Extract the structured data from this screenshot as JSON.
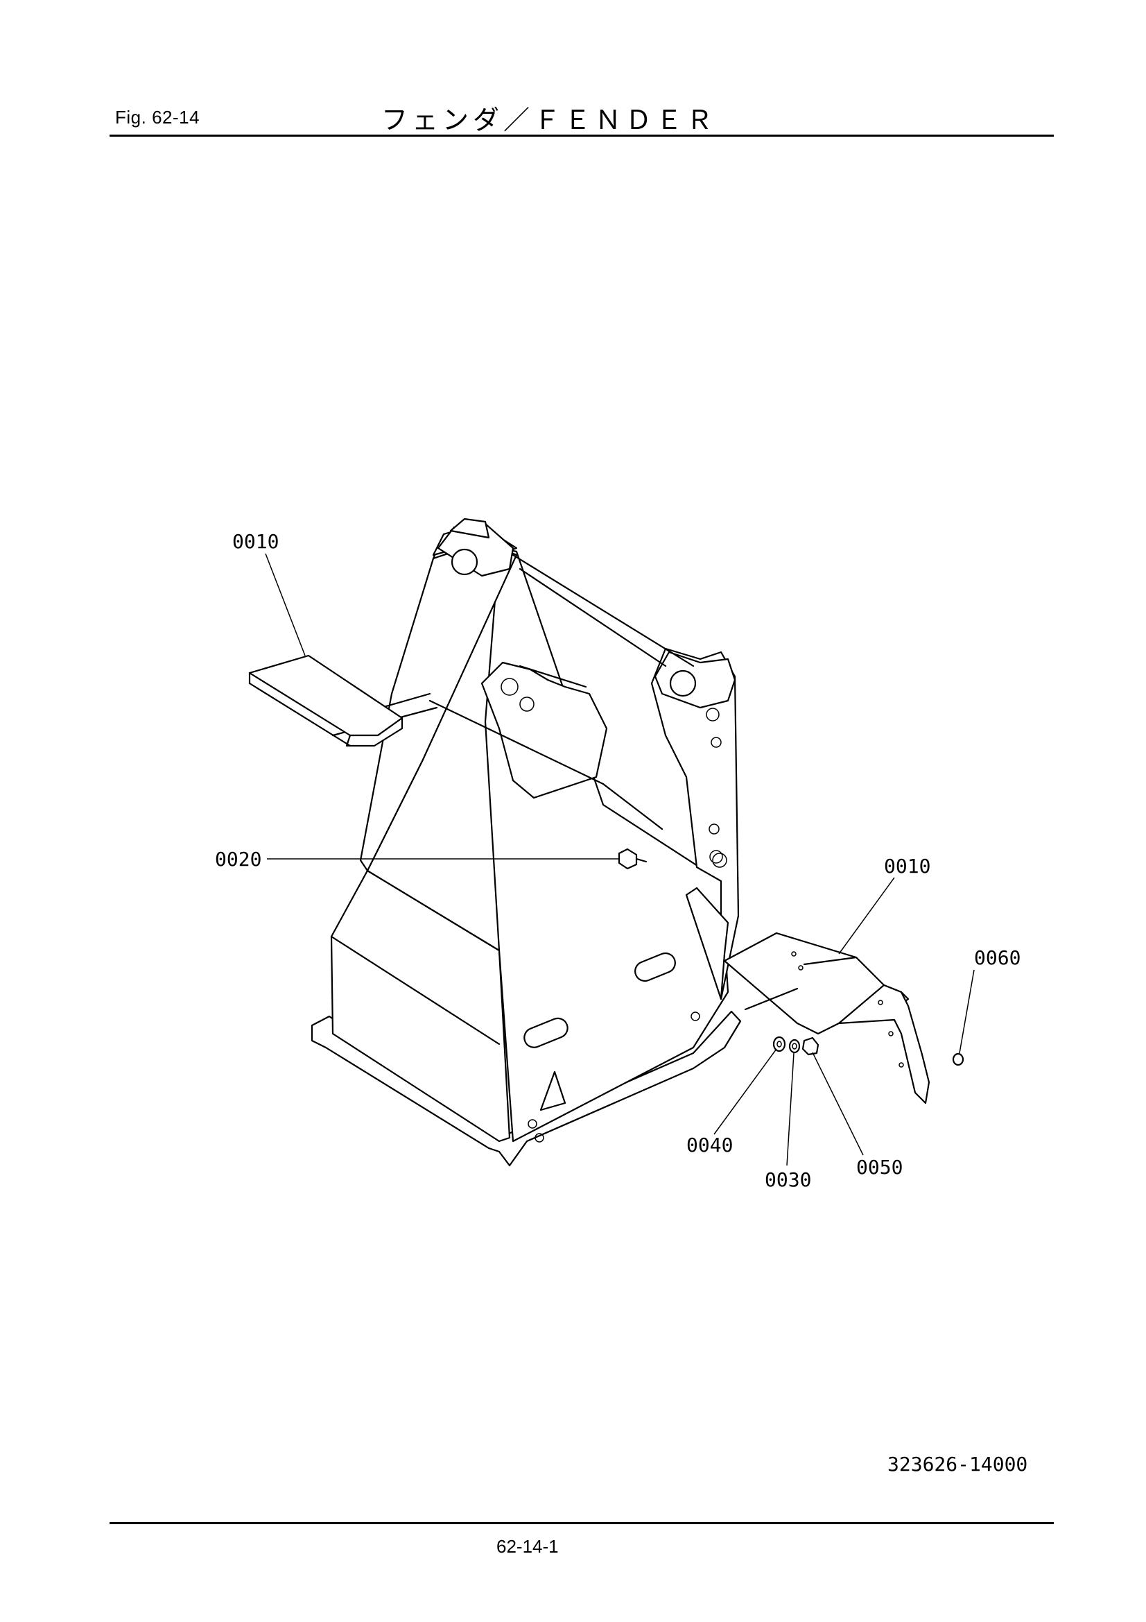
{
  "header": {
    "fig_label": "Fig.  62-14",
    "title": "フェンダ／ＦＥＮＤＥＲ"
  },
  "callouts": {
    "c0010_left": "0010",
    "c0020": "0020",
    "c0010_right": "0010",
    "c0060": "0060",
    "c0040": "0040",
    "c0030": "0030",
    "c0050": "0050"
  },
  "footer": {
    "drawing_number": "323626-14000",
    "page_number": "62-14-1"
  }
}
